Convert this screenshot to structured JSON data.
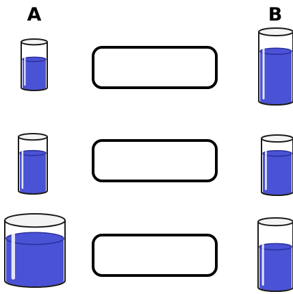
{
  "headings": {
    "left": "A",
    "right": "B"
  },
  "colors": {
    "water": "#4a52d6",
    "water_edge": "#2a2f9a",
    "glass_outline": "#1a1a1a",
    "glass_fill": "#ffffff",
    "answer_box_border": "#000000"
  },
  "icons": {
    "container": "glass-of-water-icon",
    "answer": "empty-answer-box"
  },
  "rows": [
    {
      "left_glass": {
        "relative_size": "small",
        "fill_level": 0.62
      },
      "answer": "",
      "right_glass": {
        "relative_size": "large",
        "fill_level": 0.72
      }
    },
    {
      "left_glass": {
        "relative_size": "small",
        "fill_level": 0.7
      },
      "answer": "",
      "right_glass": {
        "relative_size": "small",
        "fill_level": 0.72
      }
    },
    {
      "left_glass": {
        "relative_size": "large",
        "fill_level": 0.7
      },
      "answer": "",
      "right_glass": {
        "relative_size": "medium",
        "fill_level": 0.62
      }
    }
  ]
}
